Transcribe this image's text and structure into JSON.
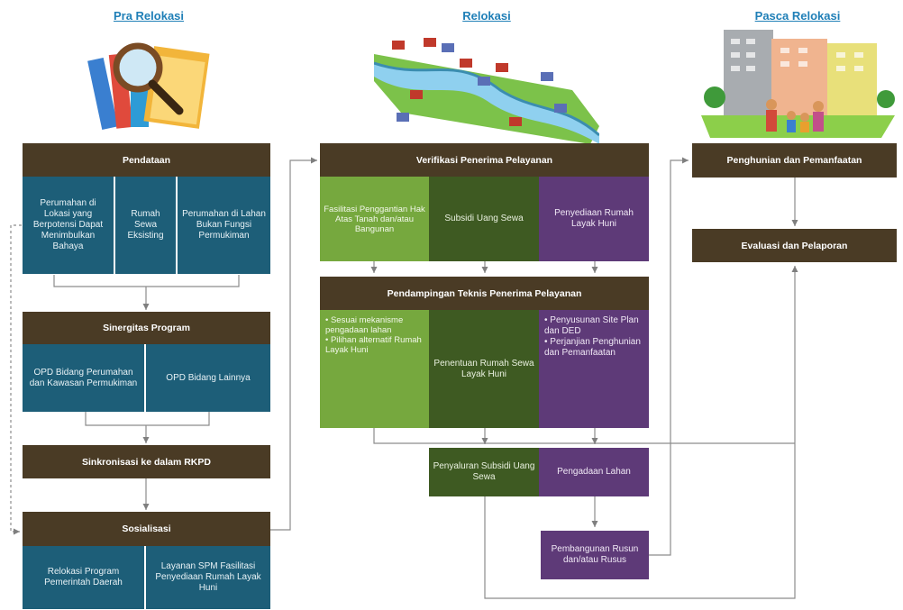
{
  "headers": {
    "pra": "Pra Relokasi",
    "relokasi": "Relokasi",
    "pasca": "Pasca Relokasi"
  },
  "pra": {
    "pendataan": "Pendataan",
    "pendataan_items": [
      "Perumahan di Lokasi yang Berpotensi Dapat Menimbulkan Bahaya",
      "Rumah Sewa Eksisting",
      "Perumahan di Lahan Bukan Fungsi Permukiman"
    ],
    "sinergitas": "Sinergitas Program",
    "sinergitas_items": [
      "OPD Bidang Perumahan dan Kawasan Permukiman",
      "OPD Bidang Lainnya"
    ],
    "sinkronisasi": "Sinkronisasi ke dalam RKPD",
    "sosialisasi": "Sosialisasi",
    "sosialisasi_items": [
      "Relokasi Program Pemerintah Daerah",
      "Layanan SPM Fasilitasi Penyediaan Rumah Layak Huni"
    ]
  },
  "relokasi": {
    "verifikasi": "Verifikasi Penerima Pelayanan",
    "verifikasi_items": [
      "Fasilitasi Penggantian Hak Atas Tanah dan/atau Bangunan",
      "Subsidi Uang Sewa",
      "Penyediaan Rumah Layak Huni"
    ],
    "pendampingan": "Pendampingan Teknis Penerima Pelayanan",
    "pendampingan_green": [
      "Sesuai mekanisme pengadaan lahan",
      "Pilihan alternatif Rumah Layak Huni"
    ],
    "pendampingan_mid": "Penentuan Rumah Sewa Layak Huni",
    "pendampingan_purple": [
      "Penyusunan Site Plan dan DED",
      "Perjanjian Penghunian dan Pemanfaatan"
    ],
    "penyaluran": "Penyaluran Subsidi Uang Sewa",
    "pengadaan": "Pengadaan Lahan",
    "pembangunan": "Pembangunan Rusun dan/atau Rusus"
  },
  "pasca": {
    "penghunian": "Penghunian dan Pemanfaatan",
    "evaluasi": "Evaluasi dan Pelaporan"
  },
  "colors": {
    "dark": "#4a3b25",
    "teal": "#1d5e78",
    "light_green": "#76a83e",
    "dark_green": "#3e5a22",
    "purple": "#5e3a78",
    "header_blue": "#1f7fb7"
  }
}
